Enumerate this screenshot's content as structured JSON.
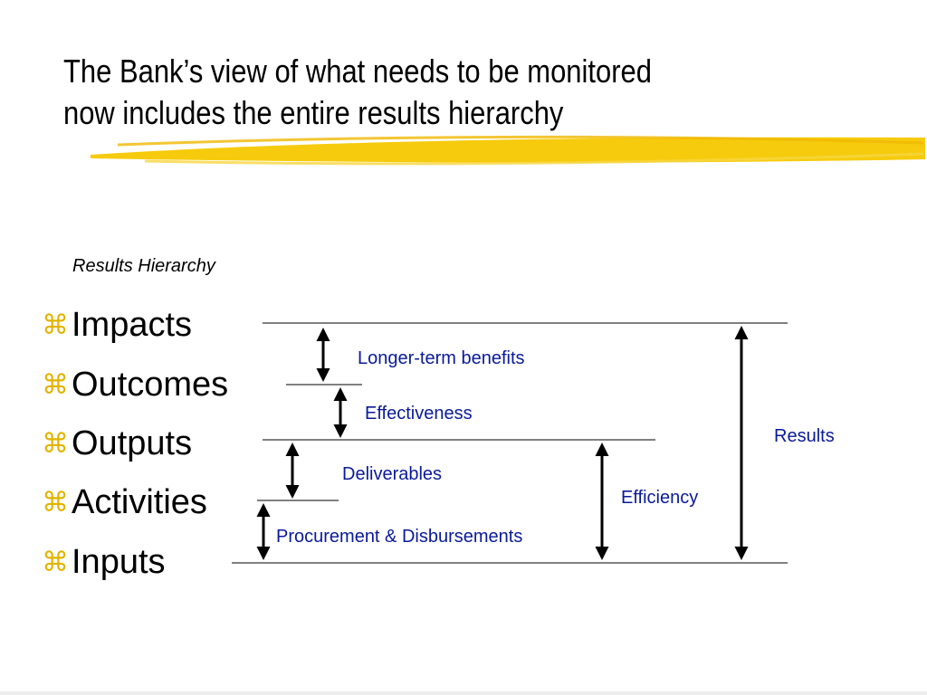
{
  "slide": {
    "title_line1": "The Bank’s view of what needs to be monitored",
    "title_line2": "now includes the entire results hierarchy",
    "subtitle": "Results Hierarchy",
    "bullet_glyph": "⌘",
    "bullets": [
      "Impacts",
      "Outcomes",
      "Outputs",
      "Activities",
      "Inputs"
    ]
  },
  "labels": {
    "longer_term": "Longer-term benefits",
    "effectiveness": "Effectiveness",
    "deliverables": "Deliverables",
    "procurement": "Procurement & Disbursements",
    "efficiency": "Efficiency",
    "results": "Results"
  },
  "colors": {
    "highlight": "#f5c800",
    "bullet": "#e0b400",
    "label": "#0a1a99"
  }
}
